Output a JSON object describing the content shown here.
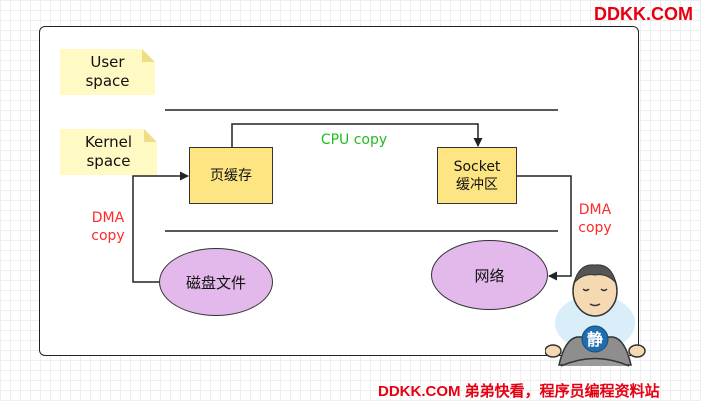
{
  "watermark": {
    "top": "DDKK.COM",
    "bottom": "DDKK.COM 弟弟快看，程序员编程资料站"
  },
  "notes": {
    "user_space": "User\nspace",
    "kernel_space": "Kernel\nspace"
  },
  "boxes": {
    "page_cache": "页缓存",
    "socket_buffer": "Socket\n缓冲区"
  },
  "ellipses": {
    "disk_file": "磁盘文件",
    "network": "网络"
  },
  "labels": {
    "cpu_copy": "CPU copy",
    "dma_copy_left": "DMA\ncopy",
    "dma_copy_right": "DMA\ncopy"
  },
  "mascot": {
    "badge": "静"
  },
  "colors": {
    "note": "#fff9c4",
    "box": "#fde583",
    "ellipse": "#e2b9ea",
    "dma": "#ff2a2a",
    "cpu": "#22bb22",
    "brand": "#e60012"
  }
}
